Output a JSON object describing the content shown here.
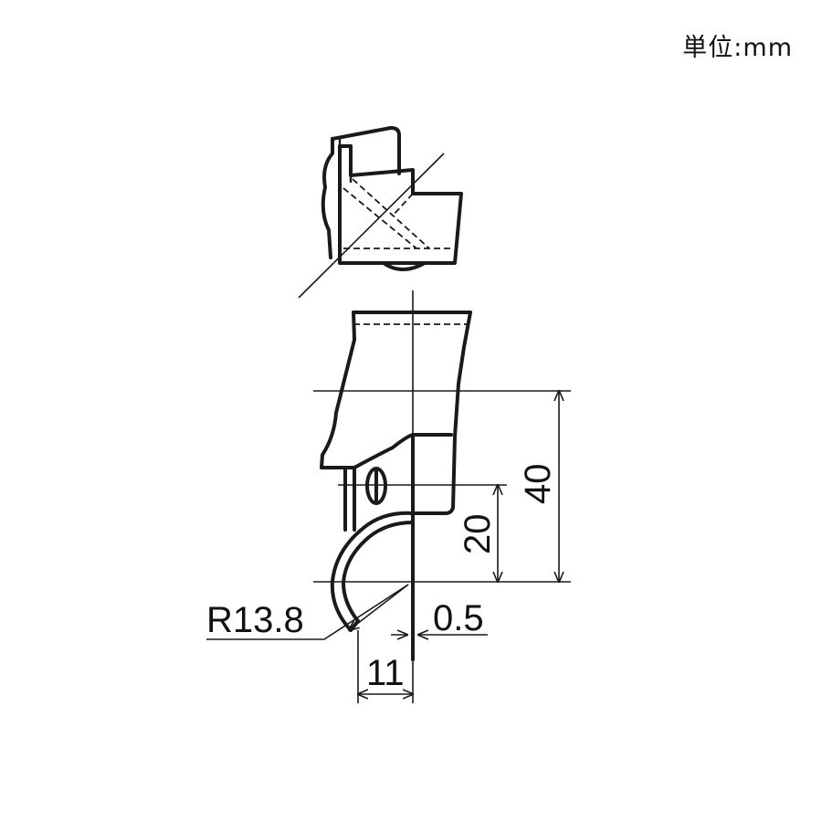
{
  "unit_label": "単位:mm",
  "dimensions": {
    "radius": "R13.8",
    "gap": "0.5",
    "width": "11",
    "height_small": "20",
    "height_large": "40"
  }
}
